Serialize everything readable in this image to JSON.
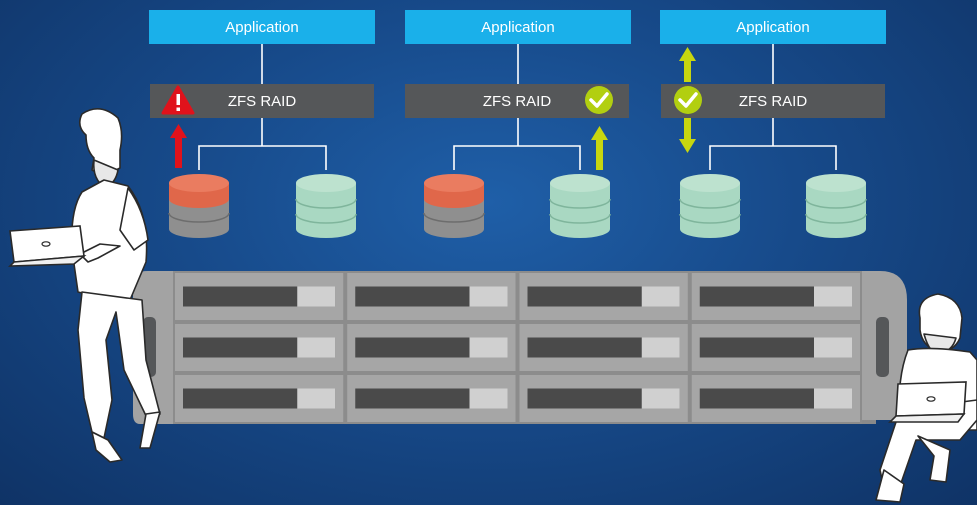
{
  "groups": [
    {
      "app_label": "Application",
      "raid_label": "ZFS RAID",
      "status": "warning",
      "disks": [
        "failed",
        "healthy"
      ]
    },
    {
      "app_label": "Application",
      "raid_label": "ZFS RAID",
      "status": "rebuilding",
      "disks": [
        "failed",
        "healthy"
      ]
    },
    {
      "app_label": "Application",
      "raid_label": "ZFS RAID",
      "status": "ok",
      "disks": [
        "healthy",
        "healthy"
      ]
    }
  ],
  "colors": {
    "application": "#1ab0ea",
    "raid": "#555759",
    "disk_failed": "#e0674a",
    "disk_failed_body": "#8f8f8f",
    "disk_healthy": "#a9d8c2",
    "arrow_red": "#e0121b",
    "arrow_green": "#c7d60f",
    "check": "#b2cf10",
    "warning": "#e0121b",
    "chassis": "#9a9a9a",
    "drive_bay": "#d0d0d0"
  },
  "server": {
    "rows": 3,
    "cols": 4
  },
  "icons": [
    "warning-icon",
    "check-icon",
    "check-icon",
    "laptop-icon",
    "laptop-icon"
  ]
}
